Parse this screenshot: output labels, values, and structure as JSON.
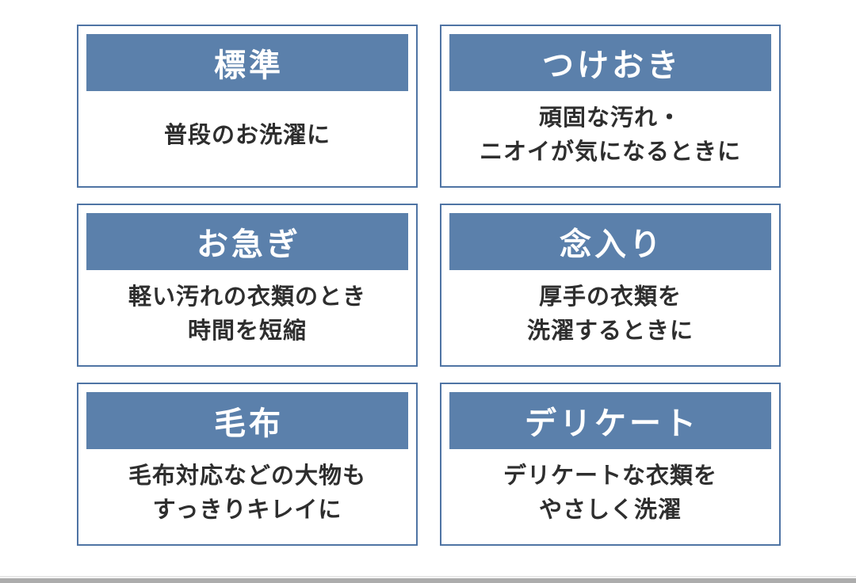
{
  "colors": {
    "header_bg": "#5b80ab",
    "card_border": "#4f74a4",
    "header_text": "#ffffff",
    "body_text": "#2e2e2e",
    "page_bg": "#ffffff",
    "bottom_bar": "#acacac"
  },
  "cards": [
    {
      "title": "標準",
      "lines": [
        "普段のお洗濯に"
      ]
    },
    {
      "title": "つけおき",
      "lines": [
        "頑固な汚れ・",
        "ニオイが気になるときに"
      ]
    },
    {
      "title": "お急ぎ",
      "lines": [
        "軽い汚れの衣類のとき",
        "時間を短縮"
      ]
    },
    {
      "title": "念入り",
      "lines": [
        "厚手の衣類を",
        "洗濯するときに"
      ]
    },
    {
      "title": "毛布",
      "lines": [
        "毛布対応などの大物も",
        "すっきりキレイに"
      ]
    },
    {
      "title": "デリケート",
      "lines": [
        "デリケートな衣類を",
        "やさしく洗濯"
      ]
    }
  ]
}
